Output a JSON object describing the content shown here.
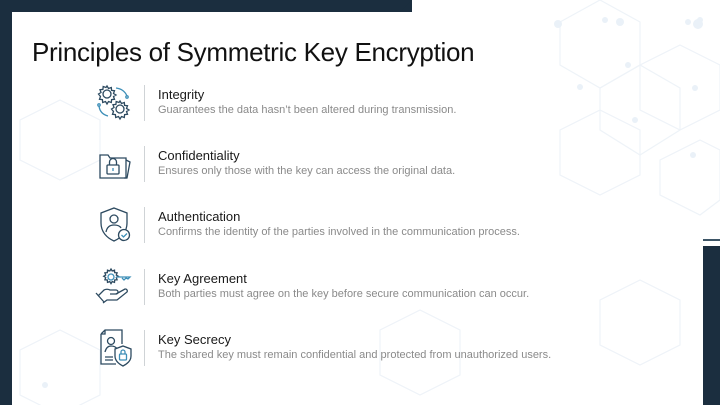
{
  "slide": {
    "title": "Principles of Symmetric Key Encryption",
    "colors": {
      "frame": "#1b2e3f",
      "icon_stroke": "#2d4a60",
      "icon_accent": "#3e8fb8",
      "title_text": "#111111",
      "label_text": "#1a1a1a",
      "desc_text": "#8a8a8a"
    },
    "items": [
      {
        "icon": "gears-icon",
        "label": "Integrity",
        "description": "Guarantees the data hasn’t been altered during transmission."
      },
      {
        "icon": "locked-folder-icon",
        "label": "Confidentiality",
        "description": "Ensures only those with the key can access the original data."
      },
      {
        "icon": "shield-user-check-icon",
        "label": "Authentication",
        "description": "Confirms the identity of the parties involved in the communication process."
      },
      {
        "icon": "hand-key-gear-icon",
        "label": "Key Agreement",
        "description": "Both parties must agree on the key before secure communication can occur."
      },
      {
        "icon": "document-user-lock-icon",
        "label": "Key Secrecy",
        "description": "The shared key must remain confidential and protected from unauthorized users."
      }
    ]
  }
}
